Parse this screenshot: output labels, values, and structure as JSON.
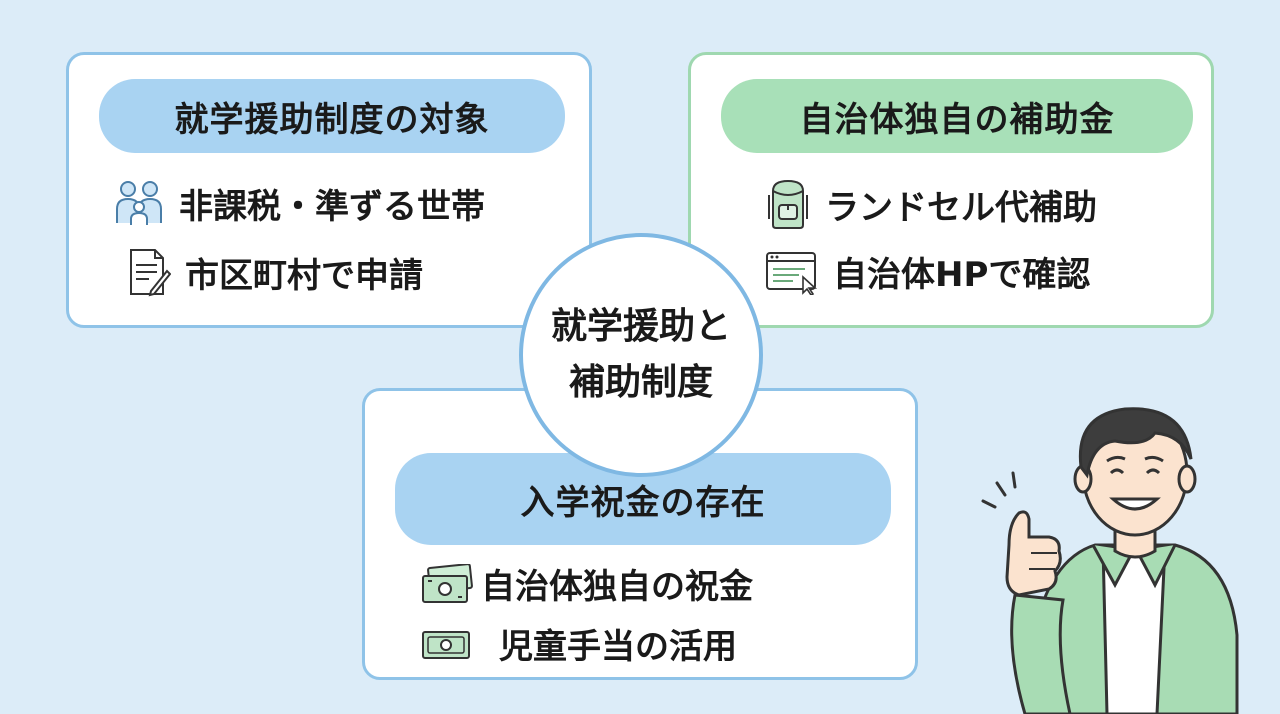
{
  "center": {
    "line1": "就学援助と",
    "line2": "補助制度"
  },
  "cards": {
    "left": {
      "title": "就学援助制度の対象",
      "items": [
        {
          "icon": "family-icon",
          "label": "非課税・準ずる世帯"
        },
        {
          "icon": "document-pen-icon",
          "label": "市区町村で申請"
        }
      ]
    },
    "right": {
      "title": "自治体独自の補助金",
      "items": [
        {
          "icon": "school-backpack-icon",
          "label": "ランドセル代補助"
        },
        {
          "icon": "browser-window-icon",
          "label": "自治体HPで確認"
        }
      ]
    },
    "bottom": {
      "title": "入学祝金の存在",
      "items": [
        {
          "icon": "banknotes-icon",
          "label": "自治体独自の祝金"
        },
        {
          "icon": "banknote-icon",
          "label": "児童手当の活用"
        }
      ]
    }
  },
  "colors": {
    "background": "#dcecf8",
    "blue_accent": "#a9d3f2",
    "green_accent": "#a8e0b8",
    "blue_border": "#8fc3e8",
    "green_border": "#9fd8b0"
  }
}
